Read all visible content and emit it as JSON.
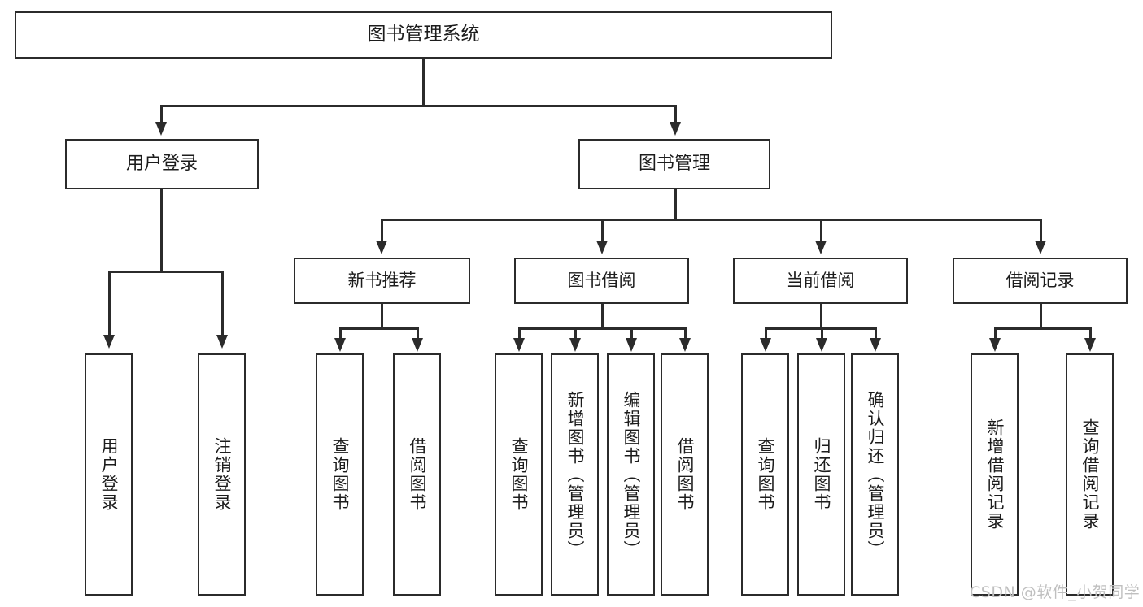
{
  "diagram": {
    "type": "tree-hierarchy-diagram",
    "title": "图书管理系统",
    "root": {
      "label": "图书管理系统"
    },
    "level2": [
      {
        "id": "user-login",
        "label": "用户登录"
      },
      {
        "id": "book-management",
        "label": "图书管理"
      }
    ],
    "level3": [
      {
        "id": "new-book-recommend",
        "label": "新书推荐",
        "parent": "book-management"
      },
      {
        "id": "book-borrow",
        "label": "图书借阅",
        "parent": "book-management"
      },
      {
        "id": "current-borrow",
        "label": "当前借阅",
        "parent": "book-management"
      },
      {
        "id": "borrow-record",
        "label": "借阅记录",
        "parent": "book-management"
      }
    ],
    "leaves": {
      "user_login": [
        {
          "id": "leaf-user-login",
          "label": "用户登录"
        },
        {
          "id": "leaf-logout-login",
          "label": "注销登录"
        }
      ],
      "new_book_recommend": [
        {
          "id": "leaf-query-book-1",
          "label": "查询图书"
        },
        {
          "id": "leaf-borrow-book-1",
          "label": "借阅图书"
        }
      ],
      "book_borrow": [
        {
          "id": "leaf-query-book-2",
          "label": "查询图书"
        },
        {
          "id": "leaf-add-book",
          "label": "新增图书（管理员）"
        },
        {
          "id": "leaf-edit-book",
          "label": "编辑图书（管理员）"
        },
        {
          "id": "leaf-borrow-book-2",
          "label": "借阅图书"
        }
      ],
      "current_borrow": [
        {
          "id": "leaf-query-book-3",
          "label": "查询图书"
        },
        {
          "id": "leaf-return-book",
          "label": "归还图书"
        },
        {
          "id": "leaf-confirm-return",
          "label": "确认归还（管理员）"
        }
      ],
      "borrow_record": [
        {
          "id": "leaf-add-borrow-record",
          "label": "新增借阅记录"
        },
        {
          "id": "leaf-query-borrow-record",
          "label": "查询借阅记录"
        }
      ]
    },
    "colors": {
      "stroke": "#2b2b2b",
      "fill": "#ffffff",
      "text": "#1c1c1c",
      "watermark": "#bfbfbf"
    }
  },
  "watermark": {
    "text": "CSDN @软件_小贺同学"
  }
}
